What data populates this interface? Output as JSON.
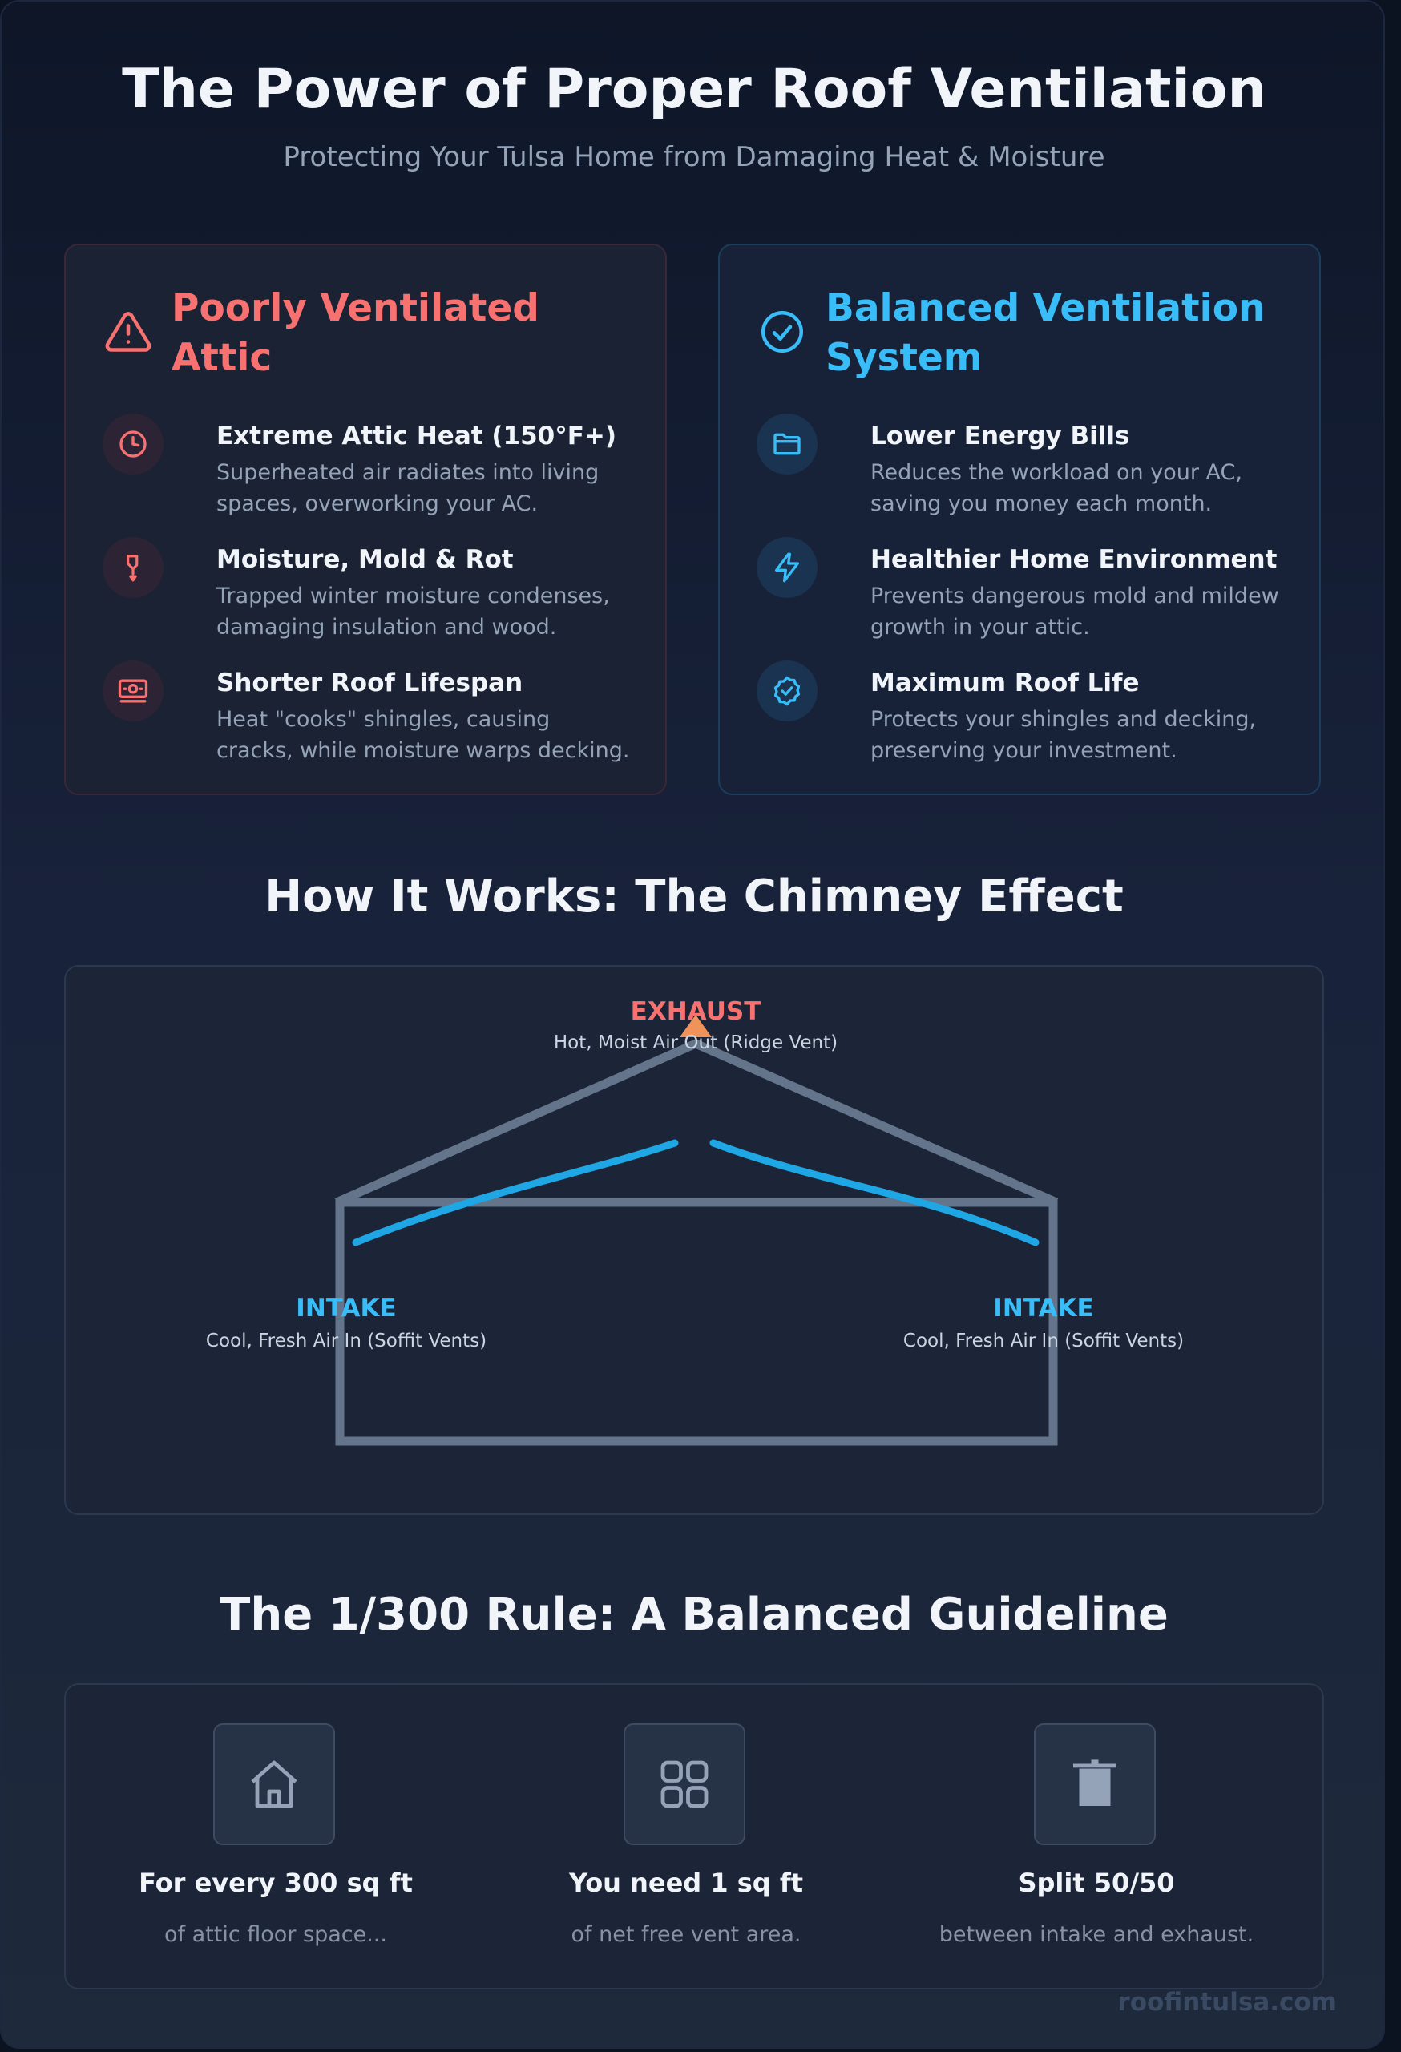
{
  "header": {
    "title": "The Power of Proper Roof Ventilation",
    "subtitle": "Protecting Your Tulsa Home from Damaging Heat & Moisture"
  },
  "poor_card": {
    "title": "Poorly Ventilated Attic",
    "icon": "warning-triangle-icon",
    "accent_color": "#f87171",
    "items": [
      {
        "icon": "clock-icon",
        "title": "Extreme Attic Heat (150°F+)",
        "text": "Superheated air radiates into living spaces, overworking your AC."
      },
      {
        "icon": "water-drop-icon",
        "title": "Moisture, Mold & Rot",
        "text": "Trapped winter moisture condenses, damaging insulation and wood."
      },
      {
        "icon": "money-icon",
        "title": "Shorter Roof Lifespan",
        "text": "Heat \"cooks\" shingles, causing cracks, while moisture warps decking."
      }
    ]
  },
  "good_card": {
    "title": "Balanced Ventilation System",
    "icon": "check-circle-icon",
    "accent_color": "#38bdf8",
    "items": [
      {
        "icon": "folder-icon",
        "title": "Lower Energy Bills",
        "text": "Reduces the workload on your AC, saving you money each month."
      },
      {
        "icon": "lightning-icon",
        "title": "Healthier Home Environment",
        "text": "Prevents dangerous mold and mildew growth in your attic."
      },
      {
        "icon": "badge-check-icon",
        "title": "Maximum Roof Life",
        "text": "Protects your shingles and decking, preserving your investment."
      }
    ]
  },
  "how_it_works": {
    "title": "How It Works: The Chimney Effect",
    "exhaust_label": "EXHAUST",
    "exhaust_text": "Hot, Moist Air Out (Ridge Vent)",
    "intake_left_label": "INTAKE",
    "intake_left_text": "Cool, Fresh Air In (Soffit Vents)",
    "intake_right_label": "INTAKE",
    "intake_right_text": "Cool, Fresh Air In (Soffit Vents)",
    "colors": {
      "exhaust": "#f87171",
      "intake": "#38bdf8",
      "airflow": "#1ea7e4",
      "house": "#64748b"
    }
  },
  "rule": {
    "title": "The 1/300 Rule: A Balanced Guideline",
    "columns": [
      {
        "icon": "house-icon",
        "title": "For every 300 sq ft",
        "text": "of attic floor space..."
      },
      {
        "icon": "grid-icon",
        "title": "You need 1 sq ft",
        "text": "of net free vent area."
      },
      {
        "icon": "trash-icon",
        "title": "Split 50/50",
        "text": "between intake and exhaust."
      }
    ]
  },
  "footer": {
    "text": "roofintulsa.com"
  }
}
